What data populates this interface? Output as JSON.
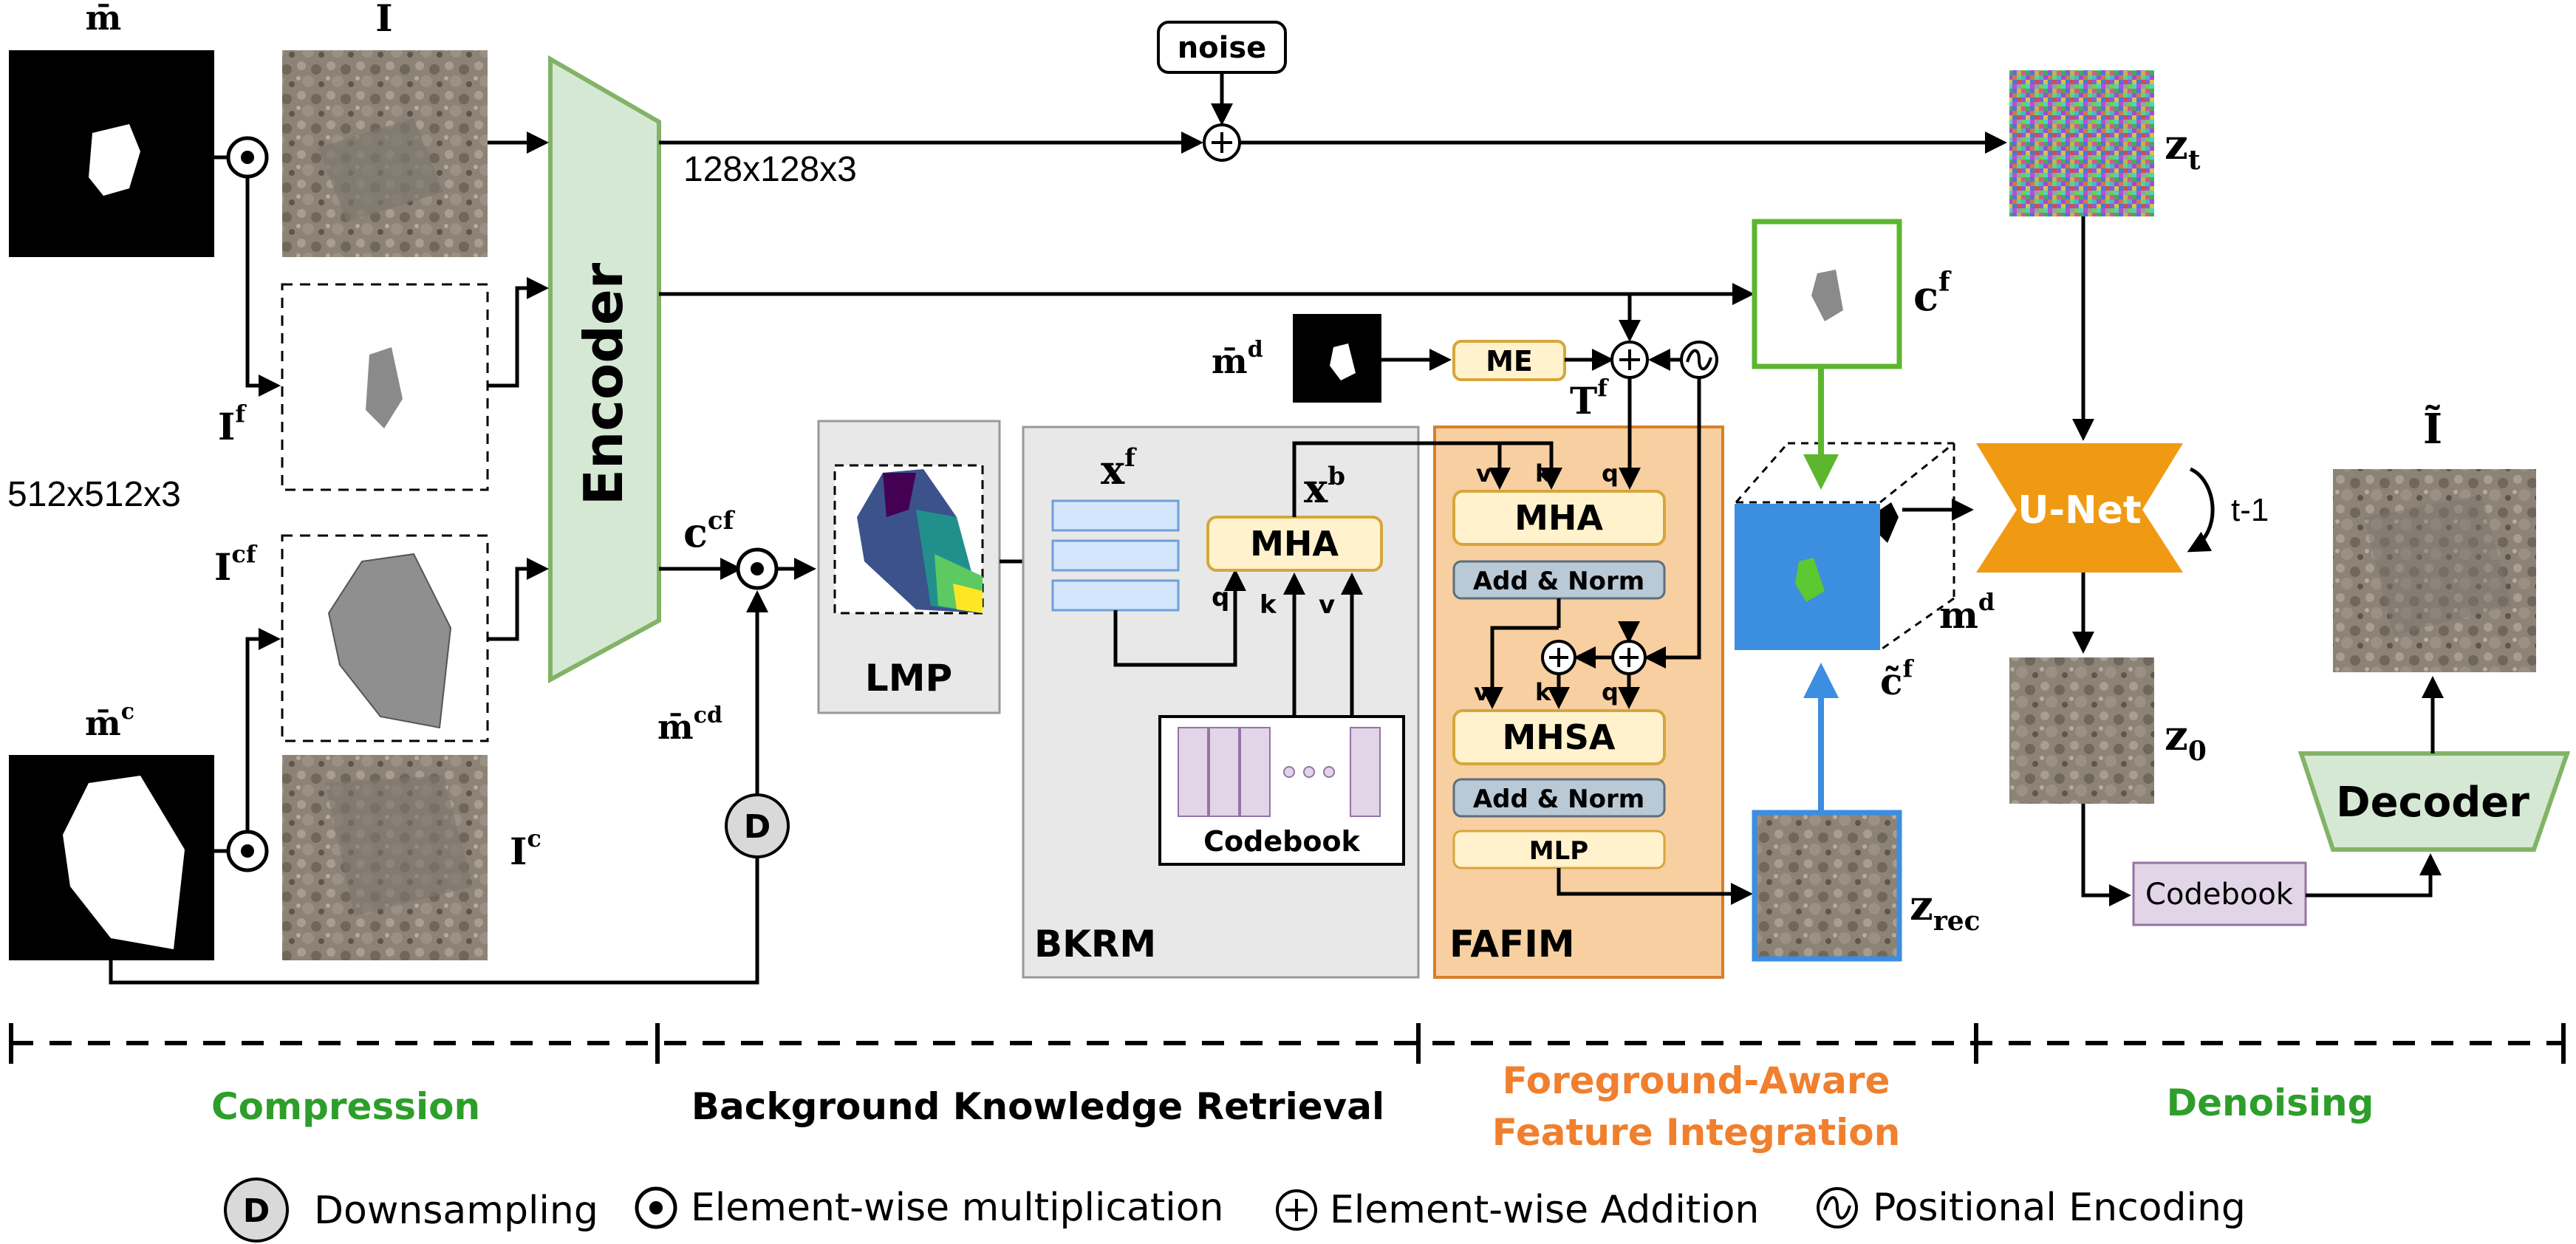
{
  "labels": {
    "m_bar": "m̄",
    "I": "I",
    "I_f": "I",
    "I_f_sup": "f",
    "I_cf": "I",
    "I_cf_sup": "cf",
    "I_c": "I",
    "I_c_sup": "c",
    "m_bar_c": "m̄",
    "m_bar_c_sup": "c",
    "size_512": "512x512x3",
    "size_128": "128x128x3",
    "c_cf": "c",
    "c_cf_sup": "cf",
    "m_bar_cd": "m̄",
    "m_bar_cd_sup": "cd",
    "m_bar_d": "m̄",
    "m_bar_d_sup": "d",
    "x_f": "x",
    "x_f_sup": "f",
    "x_b": "x",
    "x_b_sup": "b",
    "T_f": "T",
    "T_f_sup": "f",
    "c_f": "c",
    "c_f_sup": "f",
    "c_tilde_f": "c̃",
    "c_tilde_f_sup": "f",
    "m_d": "m",
    "m_d_sup": "d",
    "z_t": "z",
    "z_t_sub": "t",
    "z_0": "z",
    "z_0_sub": "0",
    "z_rec": "z",
    "z_rec_sub": "rec",
    "I_tilde": "Ĩ",
    "t_minus_1": "t-1",
    "q": "q",
    "k": "k",
    "v": "v"
  },
  "blocks": {
    "noise": "noise",
    "encoder": "Encoder",
    "me": "ME",
    "mha_bkrm": "MHA",
    "mha_fafim": "MHA",
    "add_norm_1": "Add & Norm",
    "mhsa": "MHSA",
    "add_norm_2": "Add & Norm",
    "mlp": "MLP",
    "lmp": "LMP",
    "bkrm": "BKRM",
    "fafim": "FAFIM",
    "codebook_bkrm": "Codebook",
    "codebook_dec": "Codebook",
    "unet": "U-Net",
    "decoder": "Decoder",
    "downsample": "D"
  },
  "stages": {
    "compression": "Compression",
    "background": "Background Knowledge Retrieval",
    "foreground_1": "Foreground-Aware",
    "foreground_2": "Feature Integration",
    "denoising": "Denoising"
  },
  "legend": {
    "downsampling": "Downsampling",
    "multiplication": "Element-wise multiplication",
    "addition": "Element-wise Addition",
    "positional": "Positional Encoding"
  },
  "colors": {
    "green_text": "#2e9e2a",
    "orange_text": "#f07f2e",
    "encoder_fill": "#d5e8d4",
    "encoder_stroke": "#82b366",
    "fafim_fill": "#f8cfa0",
    "fafim_stroke": "#d6802a",
    "unet_fill": "#f09a13",
    "mha_fill": "#fff2cc",
    "mha_stroke": "#d6a63c",
    "addnorm_fill": "#b9c9d6",
    "codebook_fill": "#e1d5e7",
    "bkrm_fill": "#e8e8e8",
    "blue": "#3b8ee0"
  }
}
